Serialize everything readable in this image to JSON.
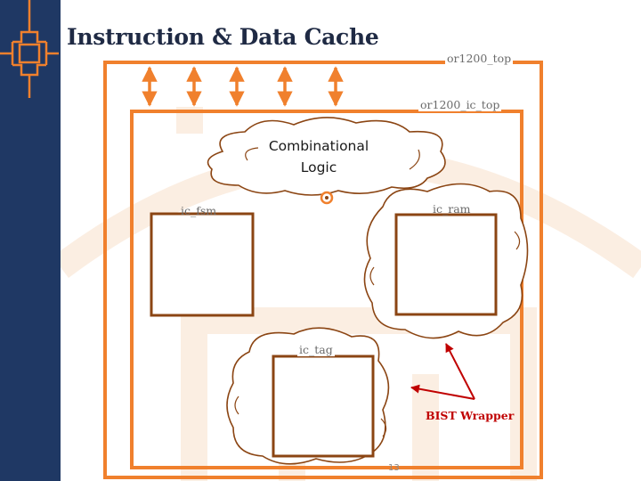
{
  "slide": {
    "title": "Instruction & Data Cache",
    "page_number": "13"
  },
  "labels": {
    "or1200_top": "or1200_top",
    "or1200_ic_top": "or1200_ic_top",
    "combinational_logic": "Combinational Logic",
    "ic_fsm": "ic_fsm",
    "ic_ram": "ic_ram",
    "ic_tag": "ic_tag",
    "bist_wrapper": "BIST Wrapper"
  },
  "colors": {
    "sidebar": "#1f3864",
    "accent": "#f0802d",
    "box": "#8b4513",
    "arrow_red": "#c00000",
    "watermark": "#fbeee2"
  }
}
